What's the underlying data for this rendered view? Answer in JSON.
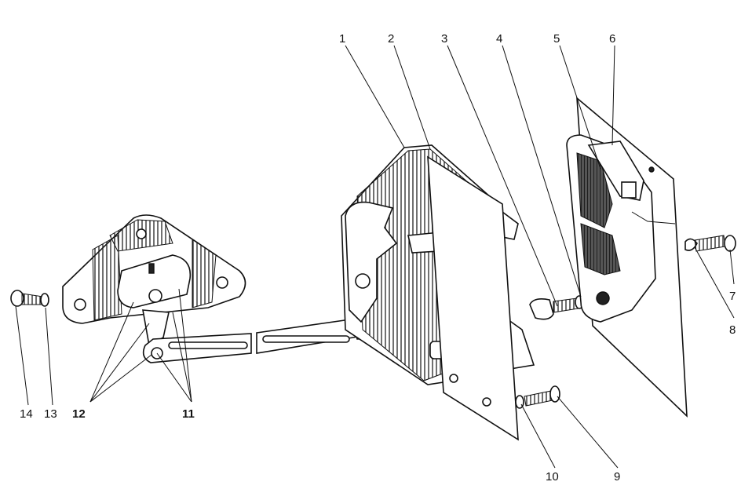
{
  "diagram": {
    "callouts": [
      {
        "id": "1",
        "text": "1"
      },
      {
        "id": "2",
        "text": "2"
      },
      {
        "id": "3",
        "text": "3"
      },
      {
        "id": "4",
        "text": "4"
      },
      {
        "id": "5",
        "text": "5"
      },
      {
        "id": "6",
        "text": "6"
      },
      {
        "id": "7",
        "text": "7"
      },
      {
        "id": "8",
        "text": "8"
      },
      {
        "id": "9",
        "text": "9"
      },
      {
        "id": "10",
        "text": "10"
      },
      {
        "id": "11",
        "text": "11"
      },
      {
        "id": "12",
        "text": "12"
      },
      {
        "id": "13",
        "text": "13"
      },
      {
        "id": "14",
        "text": "14"
      }
    ]
  },
  "colors": {
    "ink": "#111111",
    "background": "#ffffff"
  }
}
